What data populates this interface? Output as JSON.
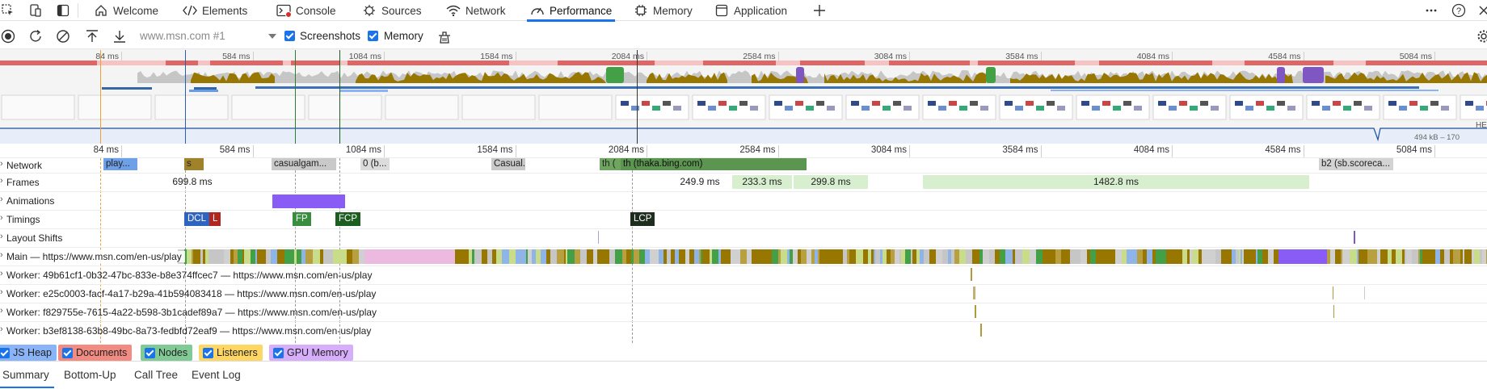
{
  "tabs": [
    {
      "label": "Welcome",
      "icon": "home-icon"
    },
    {
      "label": "Elements",
      "icon": "code-icon"
    },
    {
      "label": "Console",
      "icon": "console-icon"
    },
    {
      "label": "Sources",
      "icon": "bug-icon"
    },
    {
      "label": "Network",
      "icon": "wifi-icon"
    },
    {
      "label": "Performance",
      "icon": "performance-icon",
      "active": true
    },
    {
      "label": "Memory",
      "icon": "chip-icon"
    },
    {
      "label": "Application",
      "icon": "window-icon"
    }
  ],
  "toolbar": {
    "profile": "www.msn.com #1",
    "screenshots_label": "Screenshots",
    "memory_label": "Memory",
    "screenshots_checked": true,
    "memory_checked": true
  },
  "overview_ticks": [
    "84 ms",
    "584 ms",
    "1084 ms",
    "1584 ms",
    "2084 ms",
    "2584 ms",
    "3084 ms",
    "3584 ms",
    "4084 ms",
    "4584 ms",
    "5084 ms"
  ],
  "heap_range": "494 kB – 170",
  "heap_label": "HE",
  "main_ticks": [
    "84 ms",
    "584 ms",
    "1084 ms",
    "1584 ms",
    "2084 ms",
    "2584 ms",
    "3084 ms",
    "3584 ms",
    "4084 ms",
    "4584 ms",
    "5084 ms"
  ],
  "tracks": {
    "network": "Network",
    "frames": "Frames",
    "animations": "Animations",
    "timings": "Timings",
    "layout_shifts": "Layout Shifts",
    "main": "Main — https://www.msn.com/en-us/play",
    "workers": [
      "Worker: 49b61cf1-0b32-47bc-833e-b8e374ffcec7 — https://www.msn.com/en-us/play",
      "Worker: e25c0003-facf-4a17-b29a-41b594083418 — https://www.msn.com/en-us/play",
      "Worker: f829755e-7615-4a22-b598-3b1cadef89a7 — https://www.msn.com/en-us/play",
      "Worker: b3ef8138-63b8-49bc-8a73-fedbfd72eaf9 — https://www.msn.com/en-us/play"
    ]
  },
  "network_items": [
    "play...",
    "s",
    "casualgam...",
    "0 (b...",
    "Casual...",
    "th (",
    "th (thaka.bing.com)",
    "b2 (sb.scoreca..."
  ],
  "frames": [
    "699.8 ms",
    "249.9 ms",
    "233.3 ms",
    "299.8 ms",
    "1482.8 ms"
  ],
  "timings": [
    "DCL",
    "L",
    "FP",
    "FCP",
    "LCP"
  ],
  "legend": [
    {
      "label": "JS Heap",
      "color": "#8ab4f8"
    },
    {
      "label": "Documents",
      "color": "#f28b82"
    },
    {
      "label": "Nodes",
      "color": "#81c995"
    },
    {
      "label": "Listeners",
      "color": "#fdd663"
    },
    {
      "label": "GPU Memory",
      "color": "#d7aefb"
    }
  ],
  "bottom_tabs": [
    "Summary",
    "Bottom-Up",
    "Call Tree",
    "Event Log"
  ]
}
